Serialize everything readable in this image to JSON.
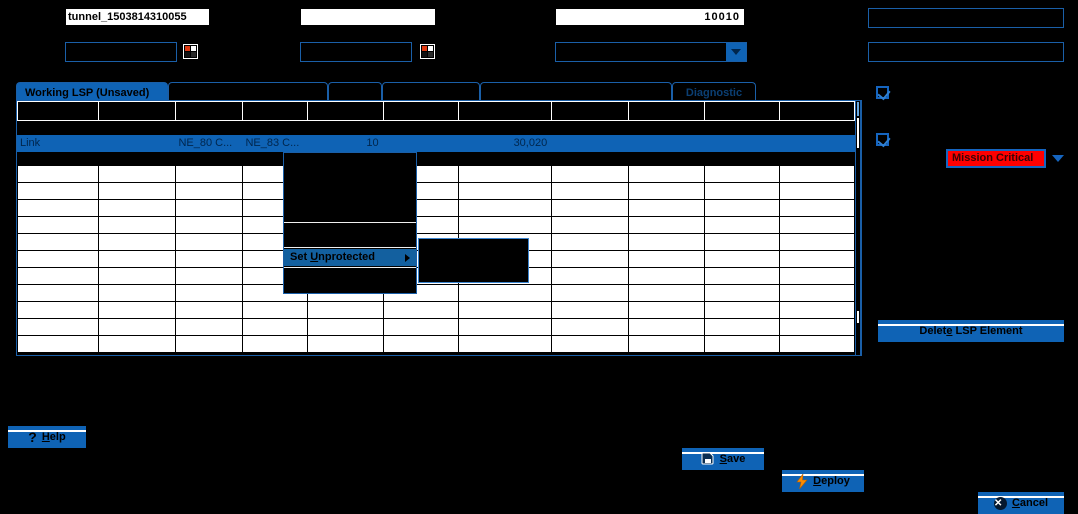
{
  "form": {
    "tunnel_name": "tunnel_1503814310055",
    "tunnel_name_2": "",
    "lsp_id": "10010",
    "field_right_1": "",
    "field_right_2": "",
    "row2_field_1": "",
    "row2_field_2": "",
    "row2_dropdown_value": ""
  },
  "tabs": [
    {
      "label": "Working LSP (Unsaved)",
      "active": true
    },
    {
      "label": "",
      "active": false
    },
    {
      "label": "",
      "active": false
    },
    {
      "label": "",
      "active": false
    },
    {
      "label": "",
      "active": false
    },
    {
      "label": "Diagnostic",
      "active": false
    }
  ],
  "table": {
    "columns": [
      "",
      "",
      "",
      "",
      "",
      "",
      "",
      "",
      "",
      "",
      ""
    ],
    "rows": [
      {
        "selected": true,
        "cells": [
          "Link",
          "",
          "NE_80 C...",
          "NE_83 C...",
          "10",
          "",
          "30,020",
          "",
          "",
          "",
          ""
        ]
      },
      {
        "selected": false,
        "cells": [
          "",
          "",
          "",
          "",
          "",
          "",
          "",
          "",
          "",
          "",
          ""
        ]
      },
      {
        "selected": false,
        "cells": [
          "",
          "",
          "",
          "",
          "",
          "",
          "",
          "",
          "",
          "",
          ""
        ]
      },
      {
        "selected": false,
        "cells": [
          "",
          "",
          "",
          "",
          "",
          "",
          "",
          "",
          "",
          "",
          ""
        ]
      },
      {
        "selected": false,
        "cells": [
          "",
          "",
          "",
          "",
          "",
          "",
          "",
          "",
          "",
          "",
          ""
        ]
      },
      {
        "selected": false,
        "cells": [
          "",
          "",
          "",
          "",
          "",
          "",
          "",
          "",
          "",
          "",
          ""
        ]
      },
      {
        "selected": false,
        "cells": [
          "",
          "",
          "",
          "",
          "",
          "",
          "",
          "",
          "",
          "",
          ""
        ]
      },
      {
        "selected": false,
        "cells": [
          "",
          "",
          "",
          "",
          "",
          "",
          "",
          "",
          "",
          "",
          ""
        ]
      },
      {
        "selected": false,
        "cells": [
          "",
          "",
          "",
          "",
          "",
          "",
          "",
          "",
          "",
          "",
          ""
        ]
      },
      {
        "selected": false,
        "cells": [
          "",
          "",
          "",
          "",
          "",
          "",
          "",
          "",
          "",
          "",
          ""
        ]
      },
      {
        "selected": false,
        "cells": [
          "",
          "",
          "",
          "",
          "",
          "",
          "",
          "",
          "",
          "",
          ""
        ]
      },
      {
        "selected": false,
        "cells": [
          "",
          "",
          "",
          "",
          "",
          "",
          "",
          "",
          "",
          "",
          ""
        ]
      }
    ]
  },
  "context_menu": {
    "items": [
      {
        "label": "",
        "highlighted": false,
        "submenu": false
      },
      {
        "label": "",
        "highlighted": false,
        "submenu": false
      },
      {
        "label": "",
        "highlighted": false,
        "submenu": false
      },
      {
        "label": "",
        "highlighted": false,
        "submenu": false,
        "separator_after": true
      },
      {
        "label": "",
        "highlighted": false,
        "submenu": false,
        "separator_after": true
      },
      {
        "label": "Set Unprotected",
        "highlighted": true,
        "submenu": true,
        "separator_after": true
      },
      {
        "label": "",
        "highlighted": false,
        "submenu": false
      }
    ],
    "submenu_items": [
      "",
      "",
      ""
    ]
  },
  "side_panel": {
    "checkbox_1_label": "",
    "checkbox_1_checked": true,
    "checkbox_2_label": "",
    "checkbox_2_checked": true,
    "priority_value": "Mission Critical",
    "delete_button_label": "Delete LSP Element",
    "delete_button_accesskey": "e"
  },
  "footer": {
    "help_label": "Help",
    "save_label": "Save",
    "deploy_label": "Deploy",
    "cancel_label": "Cancel"
  },
  "colors": {
    "accent_blue": "#0f63b5",
    "border_blue": "#1a5fa8",
    "priority_red": "#ff0000",
    "deploy_orange": "#ff8c00",
    "background": "#000000"
  }
}
